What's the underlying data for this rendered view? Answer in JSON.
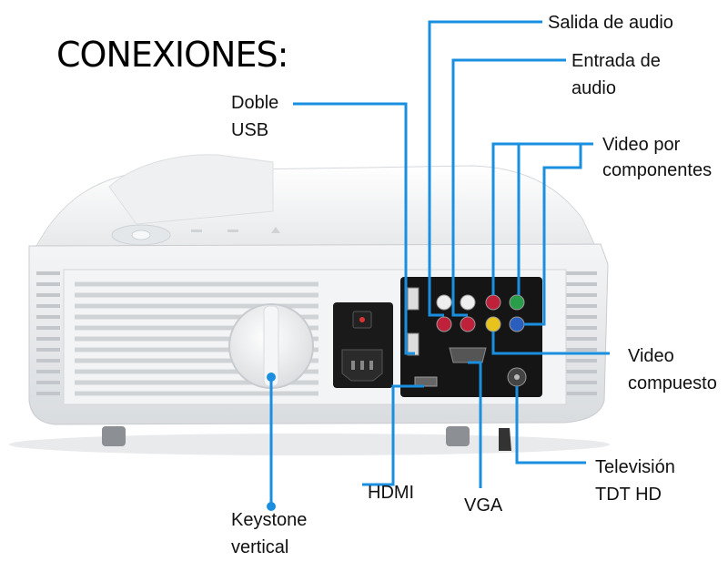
{
  "title": "CONEXIONES:",
  "accent_color": "#1a8fe0",
  "labels": {
    "salida_audio": "Salida de audio",
    "entrada_audio_1": "Entrada de",
    "entrada_audio_2": "audio",
    "doble_usb_1": "Doble",
    "doble_usb_2": "USB",
    "video_componentes_1": "Video por",
    "video_componentes_2": "componentes",
    "video_compuesto_1": "Video",
    "video_compuesto_2": "compuesto",
    "hdmi": "HDMI",
    "vga": "VGA",
    "television_1": "Televisión",
    "television_2": "TDT HD",
    "keystone_1": "Keystone",
    "keystone_2": "vertical"
  }
}
